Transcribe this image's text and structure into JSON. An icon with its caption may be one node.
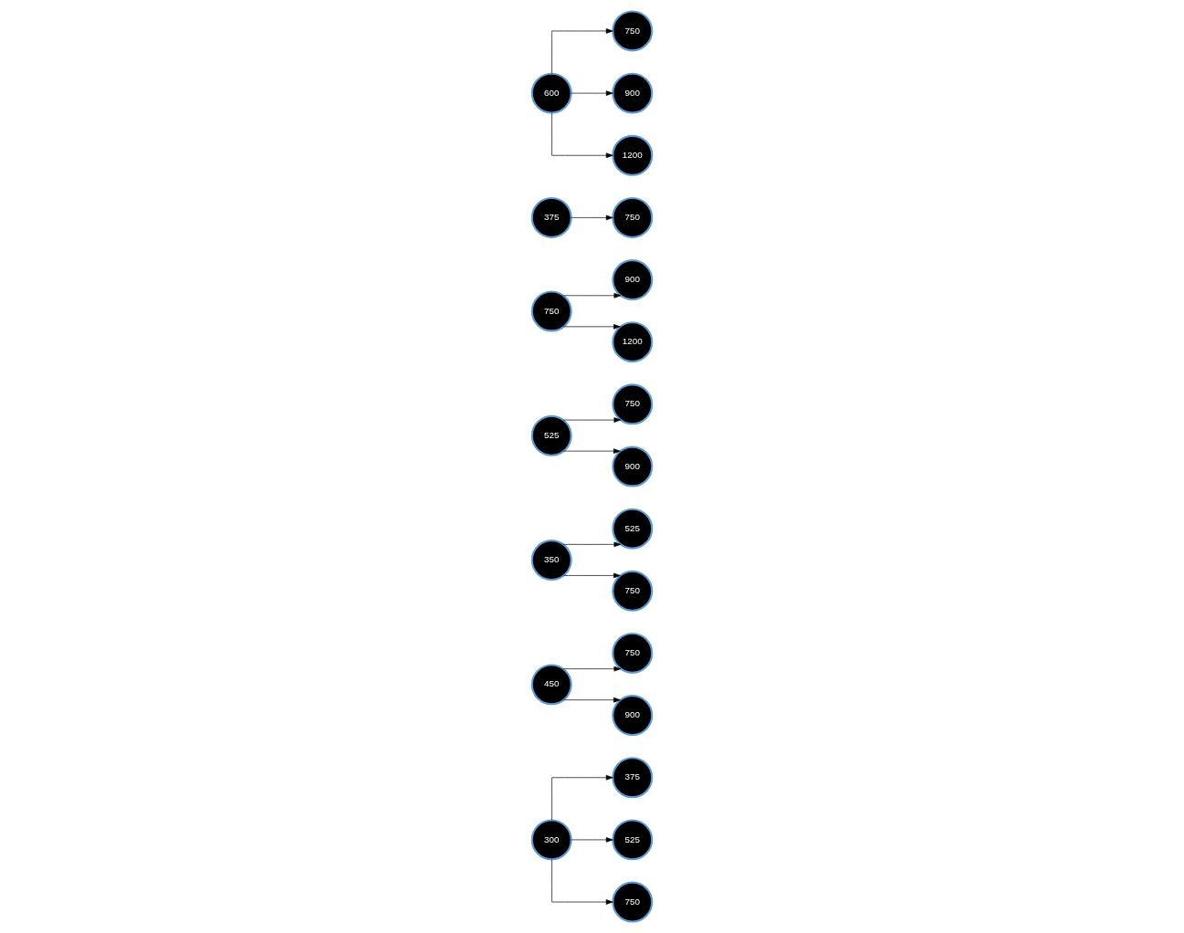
{
  "diagram": {
    "nodes": [
      {
        "text": [
          "300"
        ]
      },
      {
        "text": [
          "375"
        ]
      },
      {
        "text": [
          "525"
        ]
      },
      {
        "text": [
          "750"
        ]
      },
      {
        "text": [
          "450"
        ]
      },
      {
        "text": [
          "750"
        ]
      },
      {
        "text": [
          "900"
        ]
      },
      {
        "text": [
          "350"
        ]
      },
      {
        "text": [
          "525"
        ]
      },
      {
        "text": [
          "750"
        ]
      },
      {
        "text": [
          "525"
        ]
      },
      {
        "text": [
          "750"
        ]
      },
      {
        "text": [
          "900"
        ]
      },
      {
        "text": [
          "750"
        ]
      },
      {
        "text": [
          "900"
        ]
      },
      {
        "text": [
          "1200"
        ]
      },
      {
        "text": [
          "375"
        ]
      },
      {
        "text": [
          "750"
        ]
      },
      {
        "text": [
          "600"
        ]
      },
      {
        "text": [
          "750"
        ]
      },
      {
        "text": [
          "900"
        ]
      },
      {
        "text": [
          "1200"
        ]
      }
    ],
    "edges": [
      {
        "from": 0,
        "to": 1,
        "arrow": "to"
      },
      {
        "from": 0,
        "to": 2,
        "arrow": "to"
      },
      {
        "from": 0,
        "to": 3,
        "arrow": "to"
      },
      {
        "from": 4,
        "to": 5,
        "arrow": "to"
      },
      {
        "from": 4,
        "to": 6,
        "arrow": "to"
      },
      {
        "from": 7,
        "to": 8,
        "arrow": "to"
      },
      {
        "from": 7,
        "to": 9,
        "arrow": "to"
      },
      {
        "from": 10,
        "to": 11,
        "arrow": "to"
      },
      {
        "from": 10,
        "to": 12,
        "arrow": "to"
      },
      {
        "from": 13,
        "to": 14,
        "arrow": "to"
      },
      {
        "from": 13,
        "to": 15,
        "arrow": "to"
      },
      {
        "from": 16,
        "to": 17,
        "arrow": "to"
      },
      {
        "from": 18,
        "to": 19,
        "arrow": "to"
      },
      {
        "from": 18,
        "to": 20,
        "arrow": "to"
      },
      {
        "from": 18,
        "to": 21,
        "arrow": "to"
      }
    ]
  }
}
